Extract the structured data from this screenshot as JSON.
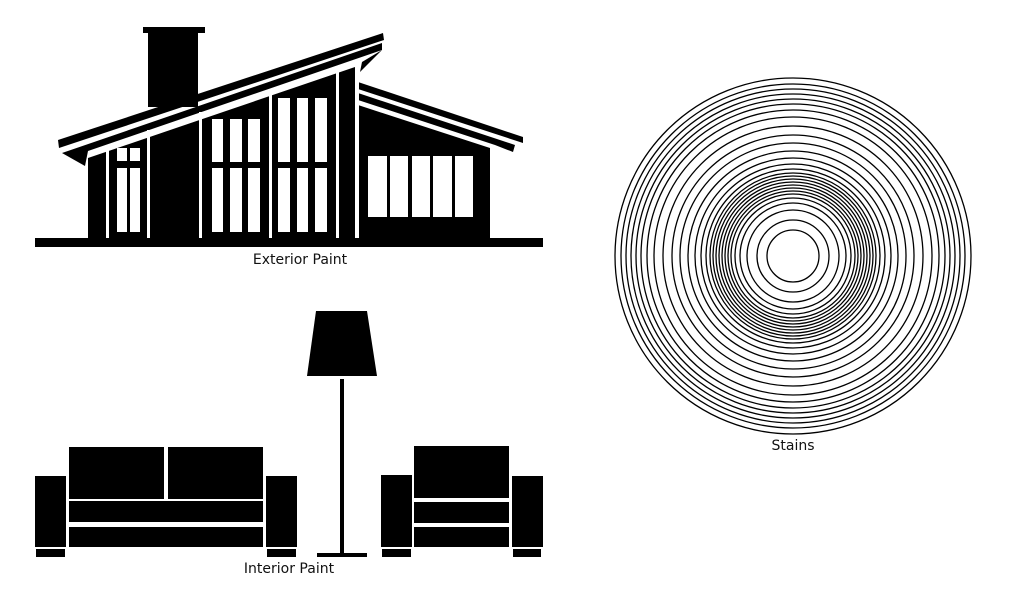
{
  "categories": [
    {
      "label": "Exterior Paint",
      "icon": "house-icon"
    },
    {
      "label": "Interior Paint",
      "icon": "living-room-icon"
    },
    {
      "label": "Stains",
      "icon": "wood-rings-icon"
    }
  ],
  "colors": {
    "ink": "#000000",
    "background": "#ffffff"
  }
}
